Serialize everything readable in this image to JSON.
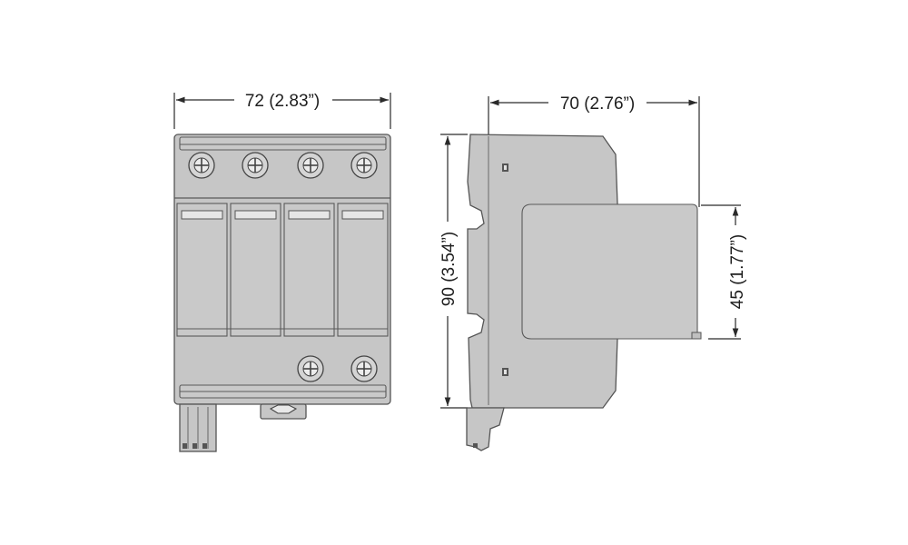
{
  "dimensions": {
    "front_width": "72 (2.83”)",
    "side_depth": "70 (2.76”)",
    "height": "90 (3.54”)",
    "front_face": "45 (1.77”)"
  },
  "colors": {
    "body": "#c6c6c6",
    "outline": "#555555",
    "text": "#1e1e1e"
  }
}
